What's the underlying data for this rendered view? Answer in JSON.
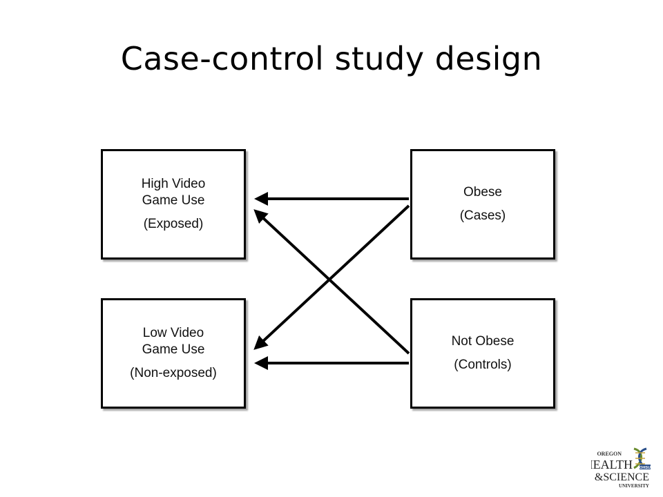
{
  "title": "Case-control study design",
  "boxes": {
    "high_use": {
      "line1": "High Video",
      "line2": "Game Use",
      "sub": "(Exposed)"
    },
    "low_use": {
      "line1": "Low Video",
      "line2": "Game Use",
      "sub": "(Non-exposed)"
    },
    "obese": {
      "line1": "Obese",
      "sub": "(Cases)"
    },
    "not_obese": {
      "line1": "Not Obese",
      "sub": "(Controls)"
    }
  },
  "logo": {
    "line1": "OREGON",
    "line2": "HEALTH",
    "line3": "&SCIENCE",
    "line4": "UNIVERSITY",
    "badge": "OHSU"
  },
  "colors": {
    "text": "#000000",
    "box_border": "#000000",
    "arrow": "#000000",
    "logo_green": "#6a8c2e",
    "logo_blue": "#2a4f8a"
  }
}
